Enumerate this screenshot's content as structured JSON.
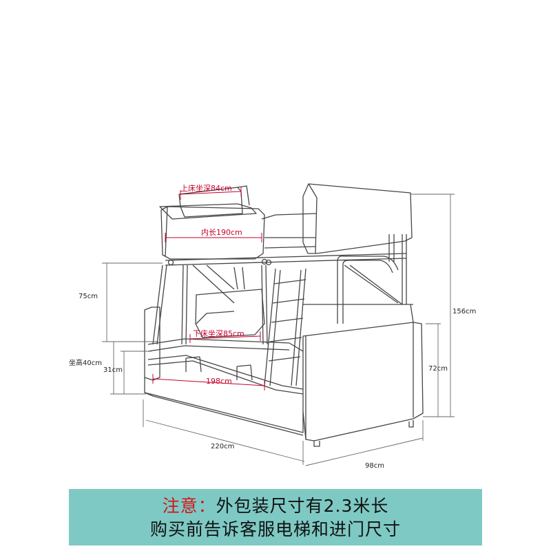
{
  "labels": {
    "upper_depth": "上床坐深84cm",
    "inner_length": "内长190cm",
    "height_75": "75cm",
    "total_height": "156cm",
    "lower_depth": "下床坐深85cm",
    "seat_height": "坐高40cm",
    "height_31": "31cm",
    "length_198": "198cm",
    "height_72": "72cm",
    "length_220": "220cm",
    "depth_98": "98cm"
  },
  "note": {
    "warning": "注意：",
    "line1_rest": "外包装尺寸有2.3米长",
    "line2": "购买前告诉客服电梯和进门尺寸"
  },
  "colors": {
    "note_bg": "#7ec9c4",
    "warning_text": "#d51419",
    "dimension_red": "#c4002b",
    "line": "#444444"
  }
}
